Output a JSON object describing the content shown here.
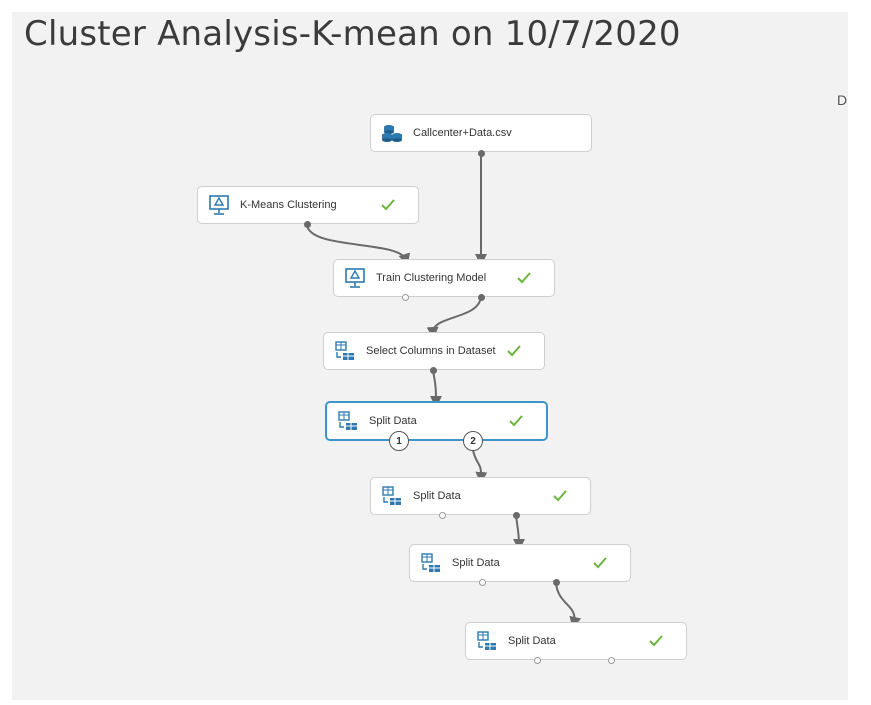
{
  "experiment": {
    "title": "Cluster Analysis-K-mean on 10/7/2020",
    "edge_char": "D"
  },
  "nodes": {
    "callcenter": {
      "label": "Callcenter+Data.csv",
      "icon": "dataset-icon"
    },
    "kmeans": {
      "label": "K-Means Clustering",
      "icon": "model-icon",
      "status": "check"
    },
    "train": {
      "label": "Train Clustering Model",
      "icon": "model-icon",
      "status": "check"
    },
    "select": {
      "label": "Select Columns in Dataset",
      "icon": "table-transform-icon",
      "status": "check"
    },
    "split1": {
      "label": "Split Data",
      "icon": "table-transform-icon",
      "status": "check",
      "ports": [
        "1",
        "2"
      ]
    },
    "split2": {
      "label": "Split Data",
      "icon": "table-transform-icon",
      "status": "check"
    },
    "split3": {
      "label": "Split Data",
      "icon": "table-transform-icon",
      "status": "check"
    },
    "split4": {
      "label": "Split Data",
      "icon": "table-transform-icon",
      "status": "check"
    }
  },
  "colors": {
    "canvas": "#f2f2f2",
    "selected_border": "#3f94c9",
    "check": "#6cb33f",
    "wire": "#6a6a6a",
    "icon": "#2e79b0"
  }
}
